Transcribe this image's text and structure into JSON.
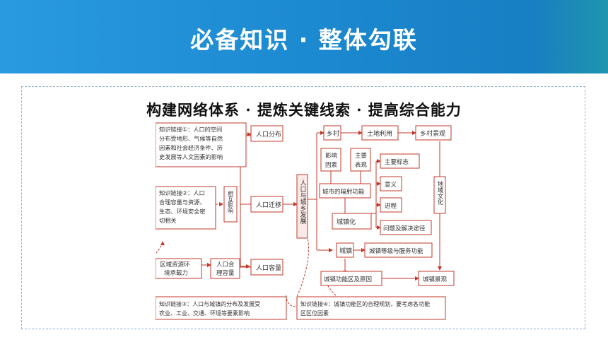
{
  "header": {
    "title": "必备知识 · 整体勾联"
  },
  "subtitle": "构建网络体系 · 提炼关键线索 · 提高综合能力",
  "diagram": {
    "link1": [
      "知识链接①：人口的空间",
      "分布受地形、气候等自然",
      "因素和社会经济条件、历",
      "史发展等人文因素的影响"
    ],
    "link2": [
      "知识链接②：人口",
      "合理容量与资源、",
      "生态、环境安全密",
      "切相关"
    ],
    "link3": [
      "知识链接③：人口与城镇的分布及发展受",
      "农业、工业、交通、环境等要素影响"
    ],
    "link4": [
      "知识链接④：城镇功能区的合理规划，要考虑各功能",
      "区区位因素"
    ],
    "region_capacity": [
      "区域资源环",
      "境承载力"
    ],
    "reasonable_capacity": [
      "人口合",
      "理容量"
    ],
    "balance": "相互影响",
    "pop_distribution": "人口分布",
    "pop_migration": "人口迁移",
    "pop_capacity": "人口容量",
    "center": "人口与城乡发展",
    "countryside": "乡村",
    "land_use": "土地利用",
    "rural_landscape": "乡村景观",
    "factors": [
      "影响",
      "因素"
    ],
    "manifestation": [
      "主要",
      "表现"
    ],
    "main_signs": "主要标志",
    "meaning": "意义",
    "process": "进程",
    "problems": "问题及解决途径",
    "radiation": "城市的辐射功能",
    "urbanization": "城镇化",
    "town": "城镇",
    "town_levels": "城镇等级与服务功能",
    "functional_zones": "城镇功能区及原因",
    "urban_landscape": "城镇景观",
    "regional_culture": "地域文化"
  }
}
